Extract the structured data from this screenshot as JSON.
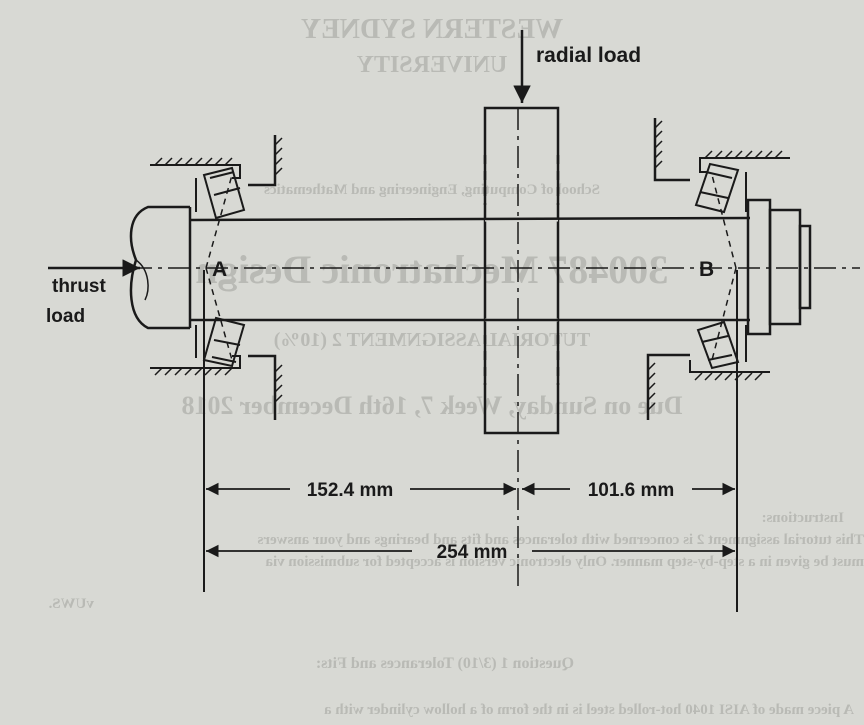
{
  "diagram": {
    "labels": {
      "radial_load": "radial load",
      "thrust": "thrust",
      "load": "load",
      "bearing_a": "A",
      "bearing_b": "B"
    },
    "dimensions": {
      "a_to_gear": "152.4 mm",
      "gear_to_b": "101.6 mm",
      "a_to_b": "254 mm"
    }
  },
  "bleed_through": {
    "university_line1": "WESTERN SYDNEY",
    "university_line2": "UNIVERSITY",
    "school": "School of Computing, Engineering and Mathematics",
    "course": "300487 Mechatronic Design",
    "assignment": "TUTORIAL ASSIGNMENT 2 (10%)",
    "due": "Due on Sunday, Week 7, 16th December 2018",
    "instructions_heading": "Instructions:",
    "instructions_line1": "This tutorial assignment 2 is concerned with tolerances and fits and bearings and your answers",
    "instructions_line2": "must be given in a step-by-step manner. Only electronic version is accepted for submission via",
    "instructions_line3": "vUWS.",
    "question_heading": "Question 1 (3/10) Tolerances and Fits:",
    "question_line1": "A piece made of AISI 1040 hot-rolled steel is in the form of a hollow cylinder with a"
  }
}
